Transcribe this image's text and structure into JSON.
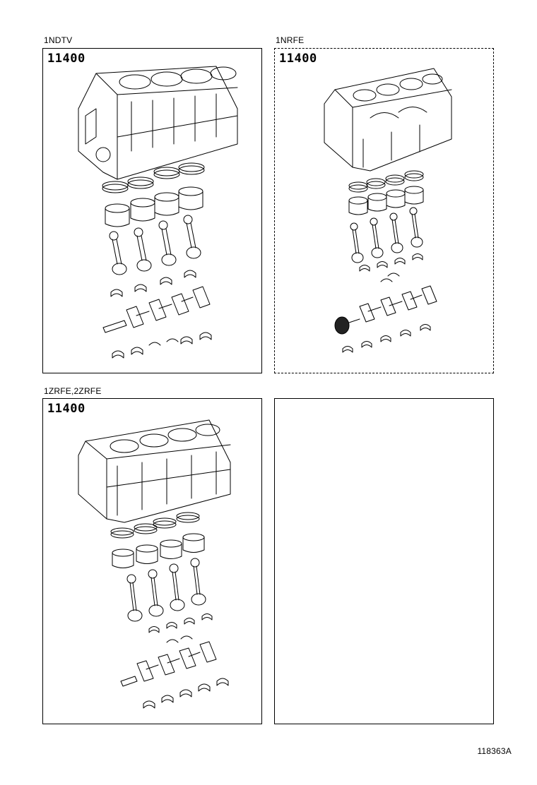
{
  "panels": [
    {
      "engine": "1NDTV",
      "part_number": "11400",
      "border": "solid"
    },
    {
      "engine": "1NRFE",
      "part_number": "11400",
      "border": "dashed"
    },
    {
      "engine": "1ZRFE,2ZRFE",
      "part_number": "11400",
      "border": "solid"
    },
    {
      "engine": "",
      "part_number": "",
      "border": "solid"
    }
  ],
  "illustration_number": "118363A",
  "icons": [
    "cylinder-block-icon",
    "piston-ring-icon",
    "piston-icon",
    "connecting-rod-icon",
    "bearing-shell-icon",
    "crankshaft-icon",
    "thrust-washer-icon"
  ]
}
